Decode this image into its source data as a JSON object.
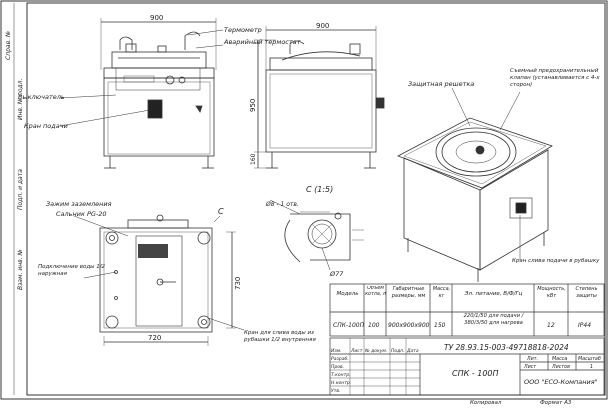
{
  "dims": {
    "front_width": "900",
    "side_width": "900",
    "side_height": "950",
    "side_bottom": "160",
    "plan_width": "720",
    "plan_height": "730"
  },
  "callouts": {
    "thermometer": "Термометр",
    "emergency_thermostat": "Аварийный термостат",
    "switch": "Выключатель",
    "supply_valve": "Кран подачи",
    "protective_grille": "Защитная решетка",
    "safety_valve": "Съемный предохранительный клапан (устанавливается с 4-х сторон)",
    "supply_tap_side": "Кран слива подачи в рубашку",
    "grounding": "Зажим заземления",
    "gland": "Сальник PG-20",
    "water_pipe": "Подключение воды 1/2 наружная",
    "drain_tap": "Кран для слива воды из рубашки 1/2 внутренняя"
  },
  "detail": {
    "label": "С (1:5)",
    "mark": "С",
    "d1": "Ø8 - 1 отв.",
    "d2": "Ø77"
  },
  "spec": {
    "headers": [
      "Модель",
      "Объем котла, л",
      "Габаритные размеры, мм",
      "Масса, кг",
      "Эл. питание, В/Ф/Гц",
      "Мощность, кВт",
      "Степень защиты"
    ],
    "row": [
      "СПК-100П",
      "100",
      "900х900х900",
      "150",
      "220/1/50 для подачи / 380/3/50 для нагрева",
      "12",
      "IP44"
    ]
  },
  "title_block": {
    "doc_code": "ТУ 28.93.15-003-49718818-2024",
    "product": "СПК - 100П",
    "company": "ООО \"ЕСО-Компания\"",
    "row_labels": [
      "Изм.",
      "Лист",
      "№ докум.",
      "Подп.",
      "Дата"
    ],
    "sign_labels": [
      "Разраб.",
      "Пров.",
      "Т.контр.",
      "Н.контр.",
      "Утв."
    ],
    "right_headers": [
      "Лит.",
      "Масса",
      "Масштаб"
    ],
    "sheet_row": [
      "Лист",
      "Листов",
      "1"
    ]
  },
  "footer": {
    "copy": "Копировал",
    "format": "Формат А3"
  },
  "margin_texts": [
    "Инв. № подл.",
    "Подп. и дата",
    "Взам. инв. №",
    "Справ. №"
  ]
}
